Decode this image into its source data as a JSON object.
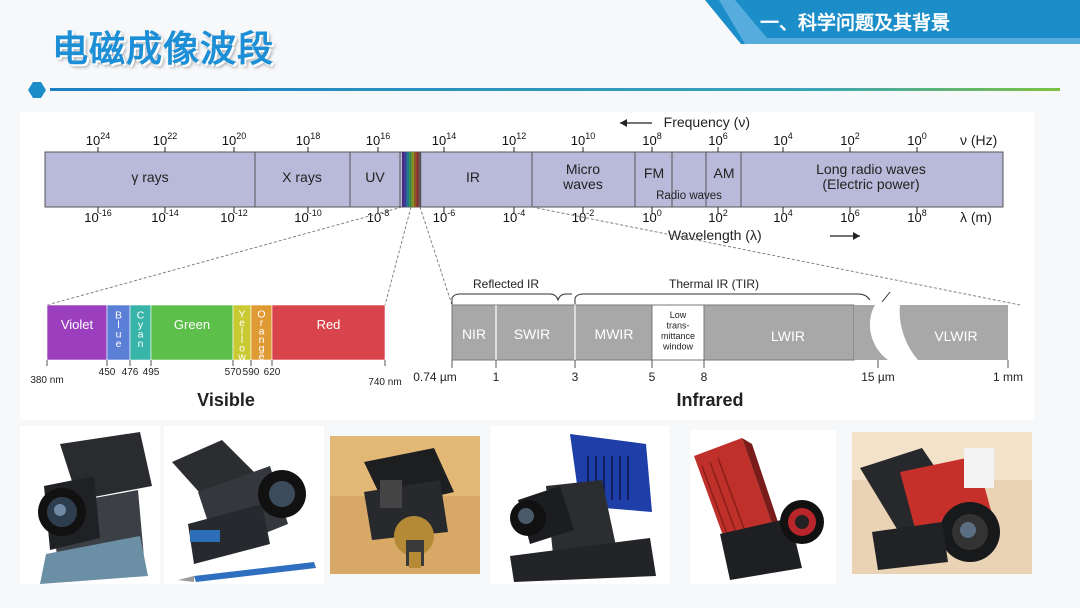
{
  "slide": {
    "title": "电磁成像波段",
    "section": "一、科学问题及其背景",
    "colors": {
      "accent_blue": "#1d8fd6",
      "ribbon": "#1b8ec9",
      "green": "#67b346"
    }
  },
  "spectrum": {
    "frequency_label": "Frequency (ν)",
    "frequency_unit": "ν (Hz)",
    "wavelength_label": "Wavelength (λ)",
    "wavelength_unit": "λ (m)",
    "freq_ticks": [
      {
        "base": "10",
        "exp": "24"
      },
      {
        "base": "10",
        "exp": "22"
      },
      {
        "base": "10",
        "exp": "20"
      },
      {
        "base": "10",
        "exp": "18"
      },
      {
        "base": "10",
        "exp": "16"
      },
      {
        "base": "10",
        "exp": "14"
      },
      {
        "base": "10",
        "exp": "12"
      },
      {
        "base": "10",
        "exp": "10"
      },
      {
        "base": "10",
        "exp": "8"
      },
      {
        "base": "10",
        "exp": "6"
      },
      {
        "base": "10",
        "exp": "4"
      },
      {
        "base": "10",
        "exp": "2"
      },
      {
        "base": "10",
        "exp": "0"
      }
    ],
    "wave_ticks": [
      {
        "base": "10",
        "exp": "-16"
      },
      {
        "base": "10",
        "exp": "-14"
      },
      {
        "base": "10",
        "exp": "-12"
      },
      {
        "base": "10",
        "exp": "-10"
      },
      {
        "base": "10",
        "exp": "-8"
      },
      {
        "base": "10",
        "exp": "-6"
      },
      {
        "base": "10",
        "exp": "-4"
      },
      {
        "base": "10",
        "exp": "-2"
      },
      {
        "base": "10",
        "exp": "0"
      },
      {
        "base": "10",
        "exp": "2"
      },
      {
        "base": "10",
        "exp": "4"
      },
      {
        "base": "10",
        "exp": "6"
      },
      {
        "base": "10",
        "exp": "8"
      }
    ],
    "bands": [
      {
        "line1": "γ rays",
        "line2": ""
      },
      {
        "line1": "X rays",
        "line2": ""
      },
      {
        "line1": "UV",
        "line2": ""
      },
      {
        "line1": "IR",
        "line2": ""
      },
      {
        "line1": "Micro",
        "line2": "waves"
      },
      {
        "line1": "FM",
        "line2": ""
      },
      {
        "line1": "AM",
        "line2": ""
      },
      {
        "line1": "Long radio waves",
        "line2": "(Electric power)"
      }
    ],
    "radio_waves_label": "Radio waves",
    "band_color": "#b9b9d9"
  },
  "visible": {
    "title": "Visible",
    "bands": [
      {
        "name": "Violet",
        "color": "#9b3fbf",
        "vertical": false
      },
      {
        "name": "Blue",
        "color": "#5b7fd6",
        "vertical": true
      },
      {
        "name": "Cyan",
        "color": "#38b4a8",
        "vertical": true
      },
      {
        "name": "Green",
        "color": "#5bbf4a",
        "vertical": false
      },
      {
        "name": "Yellow",
        "color": "#c9c931",
        "vertical": true
      },
      {
        "name": "Orange",
        "color": "#e09a33",
        "vertical": true
      },
      {
        "name": "Red",
        "color": "#d9434c",
        "vertical": false
      }
    ],
    "ticks": [
      "380 nm",
      "450",
      "476",
      "495",
      "570",
      "590",
      "620",
      "740 nm"
    ]
  },
  "infrared": {
    "title": "Infrared",
    "reflected_label": "Reflected IR",
    "thermal_label": "Thermal IR (TIR)",
    "bands": [
      "NIR",
      "SWIR",
      "MWIR",
      "LWIR",
      "VLWIR"
    ],
    "window_lines": [
      "Low",
      "trans-",
      "mittance",
      "window"
    ],
    "ticks": [
      "0.74 µm",
      "1",
      "3",
      "5",
      "8",
      "15 µm",
      "1 mm"
    ]
  },
  "photos": [
    {
      "alt": "infrared camera 1"
    },
    {
      "alt": "infrared camera 2"
    },
    {
      "alt": "infrared camera 3"
    },
    {
      "alt": "infrared camera 4"
    },
    {
      "alt": "infrared camera 5"
    },
    {
      "alt": "infrared camera 6"
    }
  ]
}
